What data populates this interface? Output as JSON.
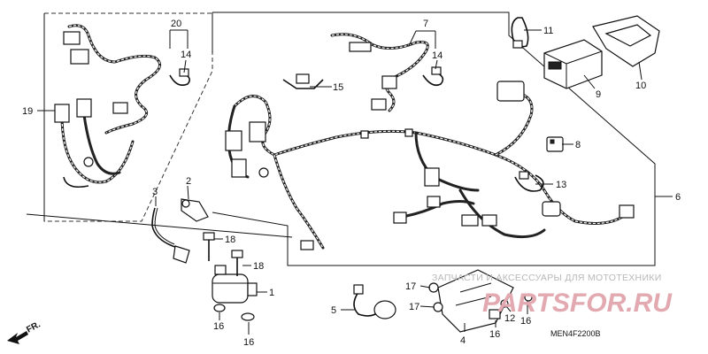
{
  "callouts": {
    "c1": "1",
    "c2": "2",
    "c3": "3",
    "c4": "4",
    "c5": "5",
    "c6": "6",
    "c7": "7",
    "c8": "8",
    "c9": "9",
    "c10": "10",
    "c11": "11",
    "c13": "13",
    "c14a": "14",
    "c14b": "14",
    "c15": "15",
    "c16a": "16",
    "c16b": "16",
    "c16c": "16",
    "c16d": "16",
    "c17a": "17",
    "c17b": "17",
    "c18a": "18",
    "c18b": "18",
    "c19": "19",
    "c20": "20",
    "c12": "12"
  },
  "diagram_code": "MEN4F2200B",
  "direction_label": "FR.",
  "watermark": {
    "caption": "ЗАПЧАСТИ И АКСЕССУАРЫ ДЛЯ МОТОТЕХНИКИ",
    "logo": "PARTSFOR.RU"
  },
  "colors": {
    "line": "#111111",
    "watermark": "#b8b8b8",
    "logo": "#e3a9b0"
  }
}
